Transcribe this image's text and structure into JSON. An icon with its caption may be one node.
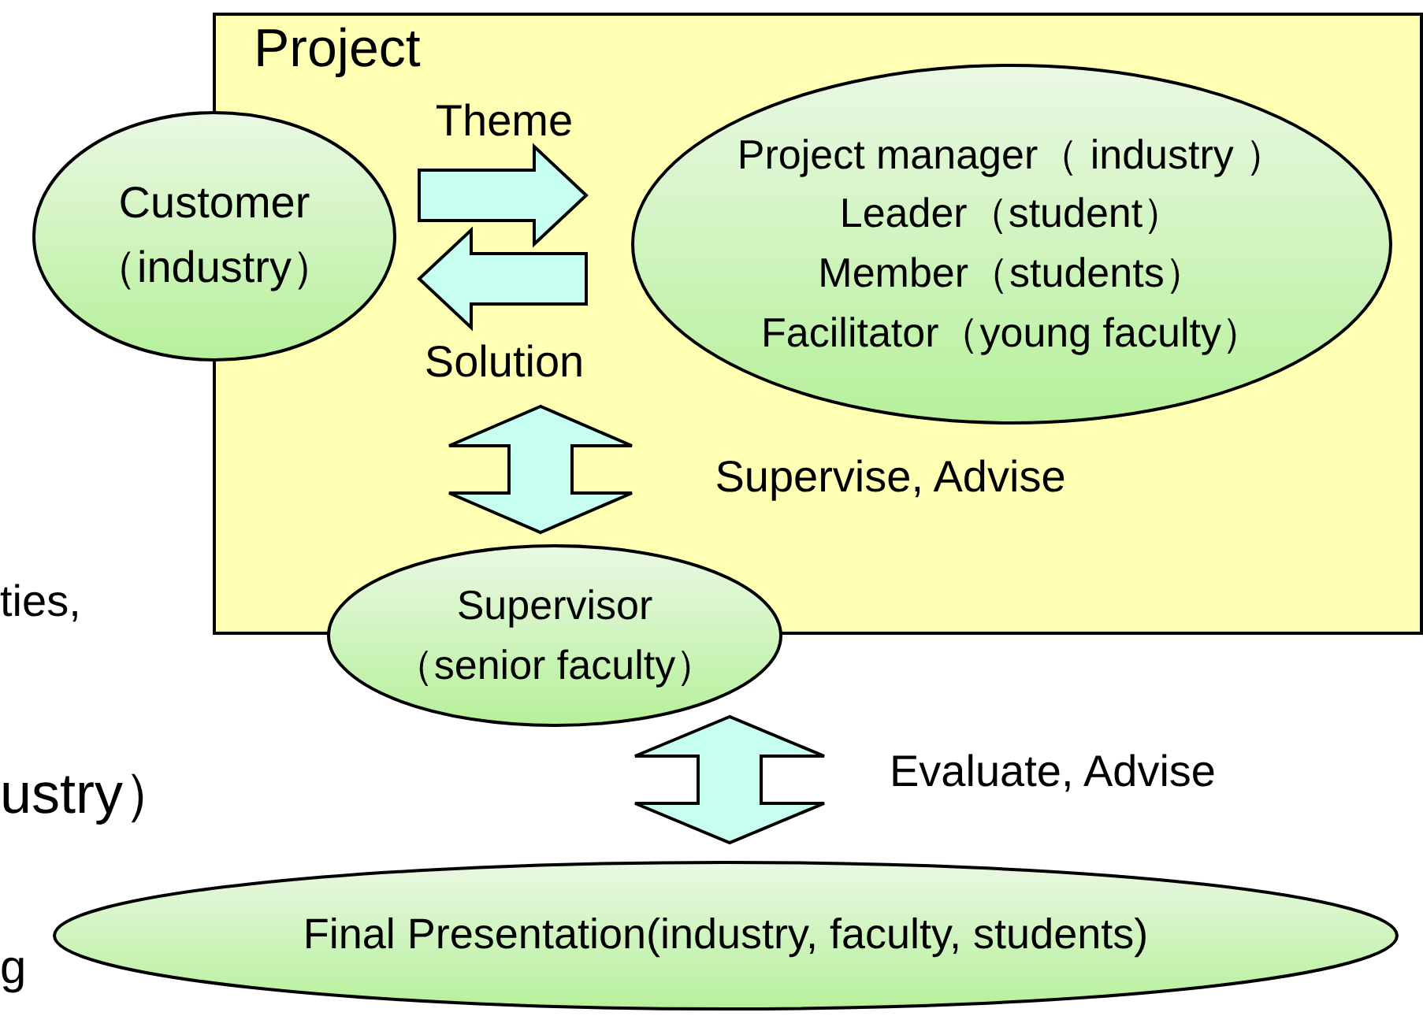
{
  "diagram": {
    "nodes": [
      {
        "text": [
          "Project"
        ]
      },
      {
        "text": [
          "Customer （industry）"
        ]
      },
      {
        "text": [
          "Project manager（ industry ）",
          "Leader（student）",
          "Member（students）",
          "Facilitator（young faculty）"
        ],
        "in": 0
      },
      {
        "text": [
          "Supervisor （senior faculty）"
        ]
      },
      {
        "text": [
          "Final Presentation(industry, faculty, students)"
        ]
      }
    ],
    "edges": [
      {
        "from": 1,
        "to": 2,
        "arrow": "to",
        "label": "Theme"
      },
      {
        "from": 2,
        "to": 1,
        "arrow": "to",
        "label": "Solution"
      },
      {
        "from": null,
        "to": 3,
        "arrow": "both",
        "label": "Supervise, Advise"
      },
      {
        "from": 3,
        "to": 4,
        "arrow": "both",
        "label": "Evaluate, Advise"
      }
    ],
    "labels": [
      "ties,",
      "ustry）",
      "g"
    ]
  }
}
